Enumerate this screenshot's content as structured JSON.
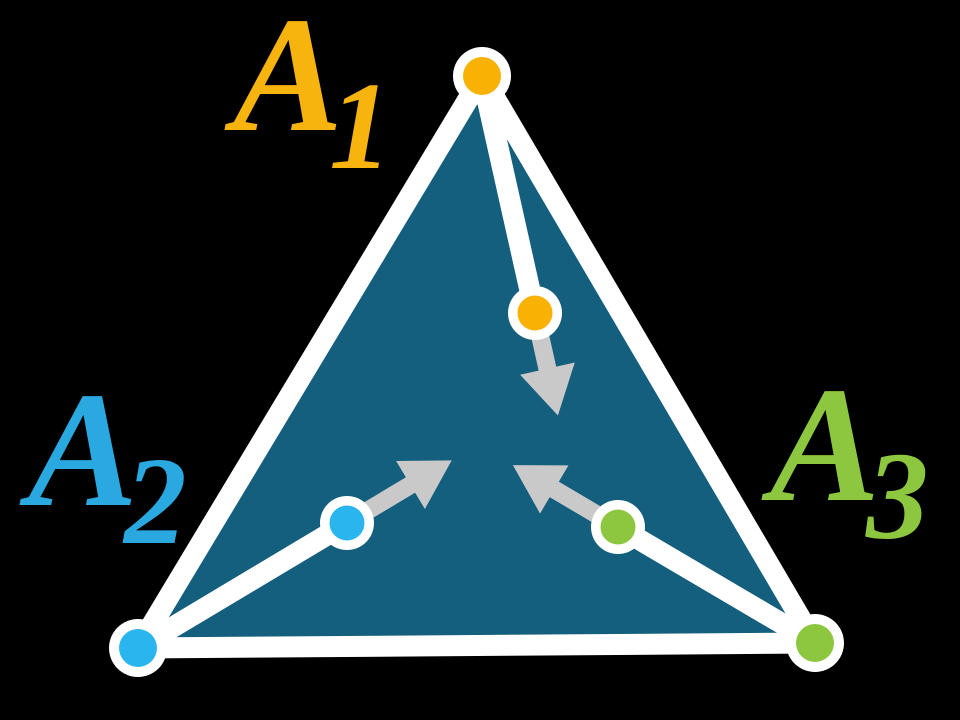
{
  "canvas": {
    "background": "#000000"
  },
  "triangle": {
    "fill": "#145E7E",
    "stroke": "#FFFFFF"
  },
  "arrows": {
    "color": "#C9C9C9"
  },
  "agents": [
    {
      "name": "A1",
      "label_base": "A",
      "label_sub": "1",
      "label_color": "#F7B30E",
      "dot_color": "#F9B104"
    },
    {
      "name": "A2",
      "label_base": "A",
      "label_sub": "2",
      "label_color": "#29A9E0",
      "dot_color": "#2BB5EE"
    },
    {
      "name": "A3",
      "label_base": "A",
      "label_sub": "3",
      "label_color": "#8DC63F",
      "dot_color": "#8DC63F"
    }
  ]
}
